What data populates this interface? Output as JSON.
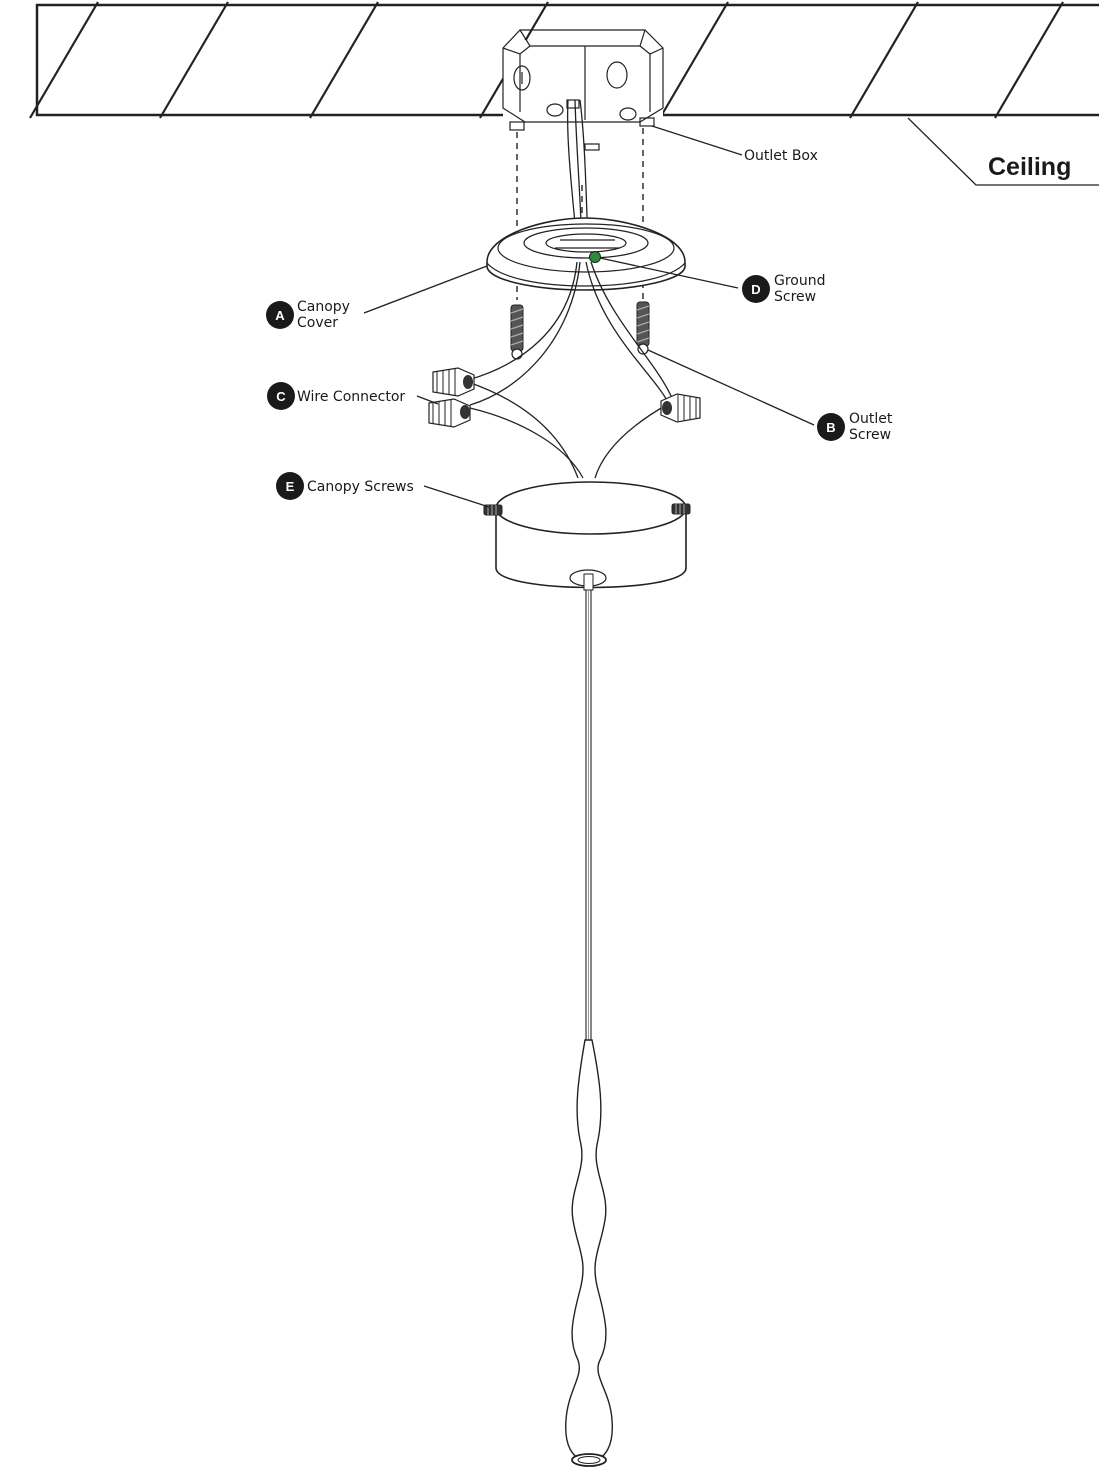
{
  "ceiling": {
    "label": "Ceiling"
  },
  "outlet_box": {
    "label": "Outlet Box"
  },
  "parts": {
    "a": {
      "letter": "A",
      "line1": "Canopy",
      "line2": "Cover"
    },
    "b": {
      "letter": "B",
      "line1": "Outlet",
      "line2": "Screw"
    },
    "c": {
      "letter": "C",
      "label": "Wire Connector"
    },
    "d": {
      "letter": "D",
      "line1": "Ground",
      "line2": "Screw"
    },
    "e": {
      "letter": "E",
      "label": "Canopy Screws"
    }
  },
  "colors": {
    "ink": "#222222",
    "badge": "#1a1a1a",
    "ground_screw": "#2e8b3a"
  }
}
